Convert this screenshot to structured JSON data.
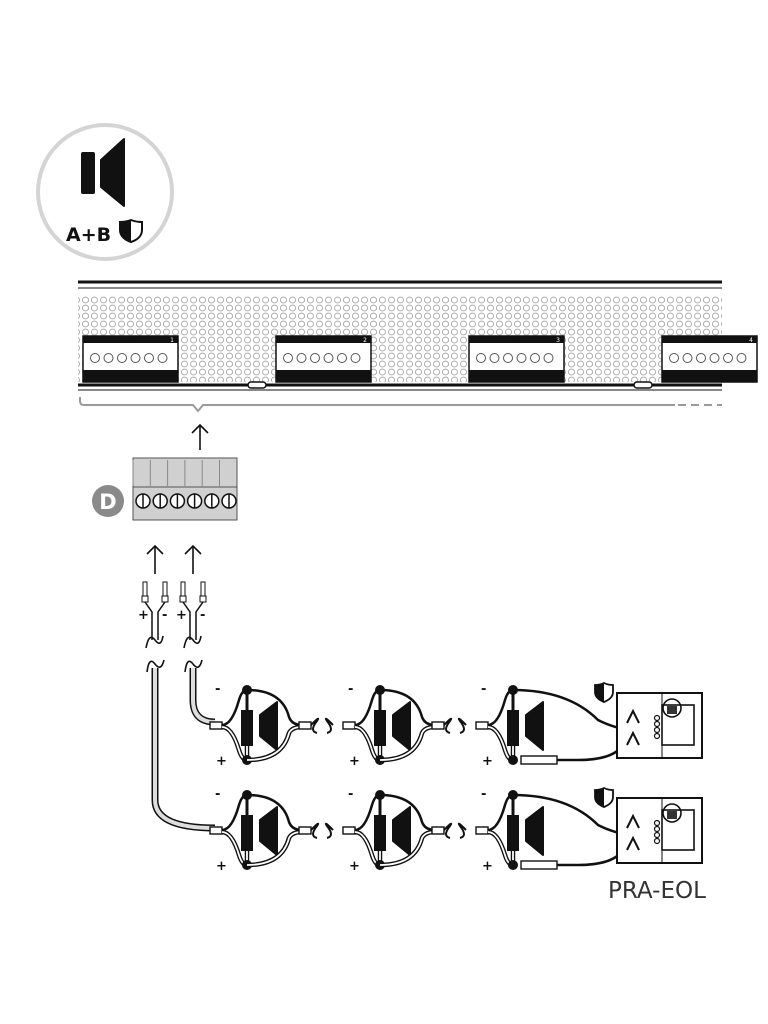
{
  "icon_badge": {
    "label": "A+B",
    "icon": "speaker-icon",
    "shield_icon": "shield-half-icon"
  },
  "rack": {
    "connector_numbers": [
      "1",
      "2",
      "3",
      "4"
    ]
  },
  "connector": {
    "badge_letter": "D",
    "screw_count": 6
  },
  "polarity": {
    "plus": "+",
    "minus": "-"
  },
  "eol": {
    "label": "PRA-EOL"
  },
  "colors": {
    "line": "#111111",
    "gray": "#cccccc",
    "badge": "#8a8a8a",
    "bracket": "#9a9a9a"
  }
}
